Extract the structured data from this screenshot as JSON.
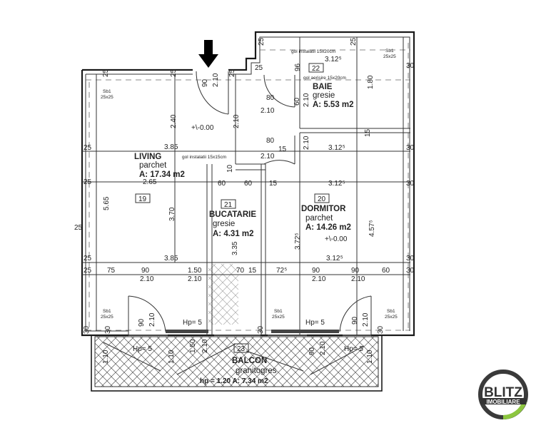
{
  "rooms": {
    "living": {
      "number": "19",
      "name": "LIVING",
      "floor": "parchet",
      "area": "A: 17.34 m2",
      "elevation": "+\\-0.00"
    },
    "dormitor": {
      "number": "20",
      "name": "DORMITOR",
      "floor": "parchet",
      "area": "A: 14.26 m2",
      "elevation": "+\\-0.00"
    },
    "bucatarie": {
      "number": "21",
      "name": "BUCATARIE",
      "floor": "gresie",
      "area": "A: 4.31 m2"
    },
    "baie": {
      "number": "22",
      "name": "BAIE",
      "floor": "gresie",
      "area": "A: 5.53 m2"
    },
    "balcon": {
      "number": "23",
      "name": "BALCON",
      "floor": "granitogres",
      "area": "hp = 1.20  A: 7.34 m2"
    }
  },
  "notes": {
    "gol_instalatii_baie": "gol instalatii 15x20cm",
    "gol_aerisire": "gol aerisire 15x20cm",
    "gol_instalatii_living": "gol instalatii 15x15cm",
    "column_code": "Sb1",
    "column_size": "25x25",
    "parapet": "Hp= 5"
  },
  "dimensions": [
    "25",
    "25",
    "25",
    "90",
    "2.10",
    "25",
    "25",
    "25",
    "3.12⁵",
    "30",
    "96",
    "1.80",
    "80",
    "2.10",
    "60",
    "2.10",
    "2.40",
    "2.10",
    "25",
    "3.85",
    "25",
    "2.65",
    "80",
    "15",
    "2.10",
    "2.10",
    "3.12⁵",
    "30",
    "15",
    "60",
    "60",
    "10",
    "15",
    "3.12⁵",
    "30",
    "5.65",
    "3.70",
    "3.85",
    "3.35",
    "3.72⁵",
    "4.57⁵",
    "3.12⁵",
    "30",
    "25",
    "25",
    "25",
    "75",
    "90",
    "1.50",
    "70",
    "15",
    "72⁵",
    "90",
    "90",
    "60",
    "30",
    "2.10",
    "2.10",
    "2.10",
    "2.10",
    "90",
    "2.10",
    "90",
    "2.10",
    "30",
    "30",
    "30",
    "30",
    "1.10",
    "1.10",
    "1.10",
    "1.50",
    "2.10",
    "90",
    "2.10"
  ],
  "entrance_marker": "arrow-down-icon",
  "logo": {
    "brand": "BLITZ",
    "tagline": "IMOBILIARE",
    "ring_color": "#3a3a3a",
    "accent_color": "#8cc63f"
  }
}
